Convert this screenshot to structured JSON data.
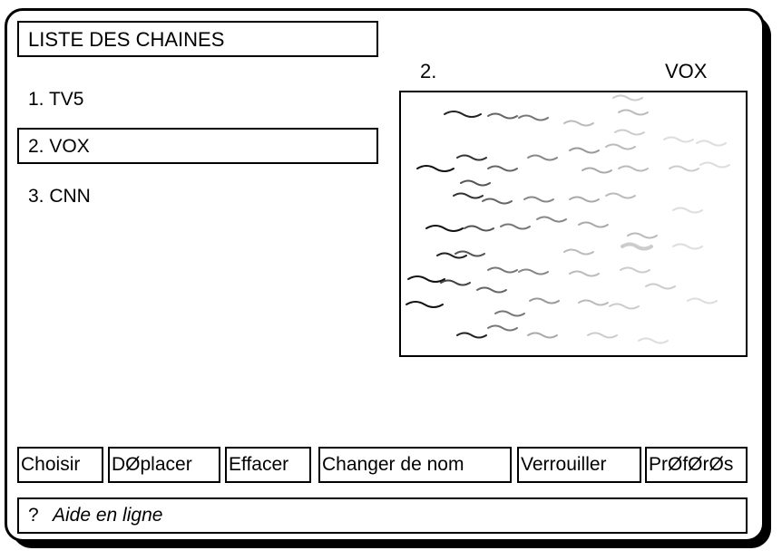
{
  "header": {
    "title": "LISTE DES CHAINES"
  },
  "channels": [
    {
      "label": "1. TV5"
    },
    {
      "label": "2. VOX"
    },
    {
      "label": "3. CNN"
    }
  ],
  "selected_index": 1,
  "preview": {
    "number": "2.",
    "name": "VOX"
  },
  "buttons": [
    {
      "label": "Choisir"
    },
    {
      "label": "DØplacer"
    },
    {
      "label": "Effacer"
    },
    {
      "label": "Changer de nom"
    },
    {
      "label": "Verrouiller"
    },
    {
      "label": "PrØfØrØs"
    }
  ],
  "help": {
    "icon": "?",
    "text": "Aide en ligne"
  }
}
